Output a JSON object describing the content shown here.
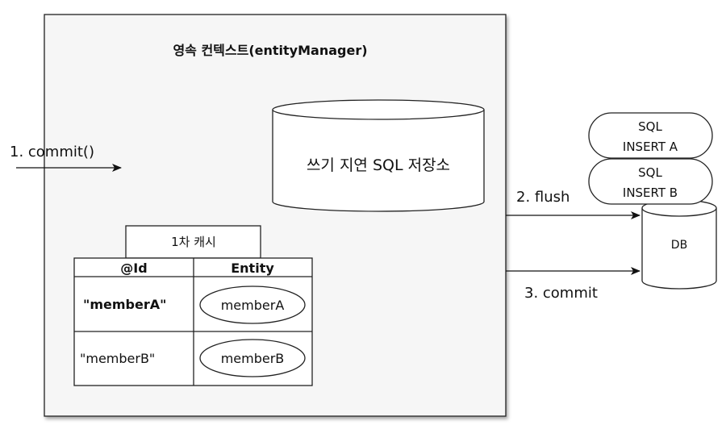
{
  "title": "영속 컨텍스트(entityManager)",
  "step1": "1. commit()",
  "step2": "2. flush",
  "step3": "3. commit",
  "write_behind_store": "쓰기 지연 SQL 저장소",
  "cache": {
    "label": "1차 캐시",
    "headers": {
      "id": "@Id",
      "entity": "Entity"
    },
    "rows": [
      {
        "id": "\"memberA\"",
        "entity": "memberA"
      },
      {
        "id": "\"memberB\"",
        "entity": "memberB"
      }
    ]
  },
  "sql_queue": [
    {
      "line1": "SQL",
      "line2": "INSERT A"
    },
    {
      "line1": "SQL",
      "line2": "INSERT B"
    }
  ],
  "db_label": "DB"
}
